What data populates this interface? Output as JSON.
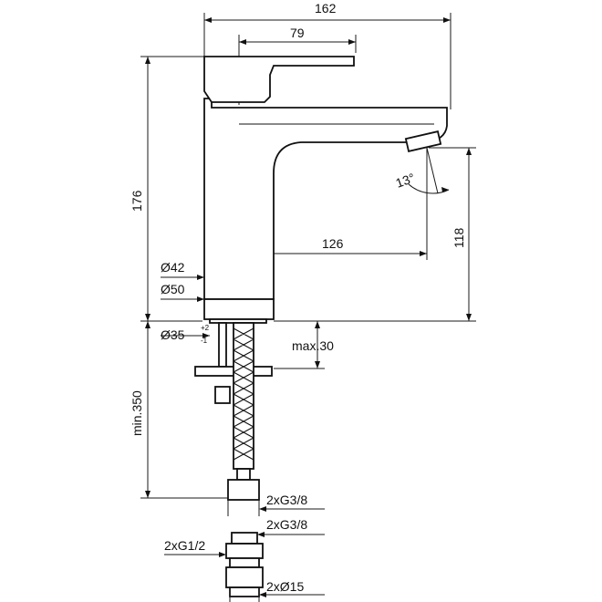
{
  "dimensions": {
    "overall_width": "162",
    "handle_width": "79",
    "height": "176",
    "spout_reach": "126",
    "outlet_height": "118",
    "body_diameter": "Ø42",
    "base_diameter": "Ø50",
    "hole_diameter": "Ø35",
    "hole_tolerance_plus": "+2",
    "hole_tolerance_minus": "-1",
    "max_deck": "max.30",
    "min_hose": "min.350",
    "angle": "13°"
  },
  "connections": {
    "hose_thread": "2xG3/8",
    "adapter_thread": "2xG3/8",
    "inlet_thread": "2xG1/2",
    "pipe_diameter": "2xØ15"
  },
  "colors": {
    "line": "#111111",
    "background": "#ffffff"
  }
}
